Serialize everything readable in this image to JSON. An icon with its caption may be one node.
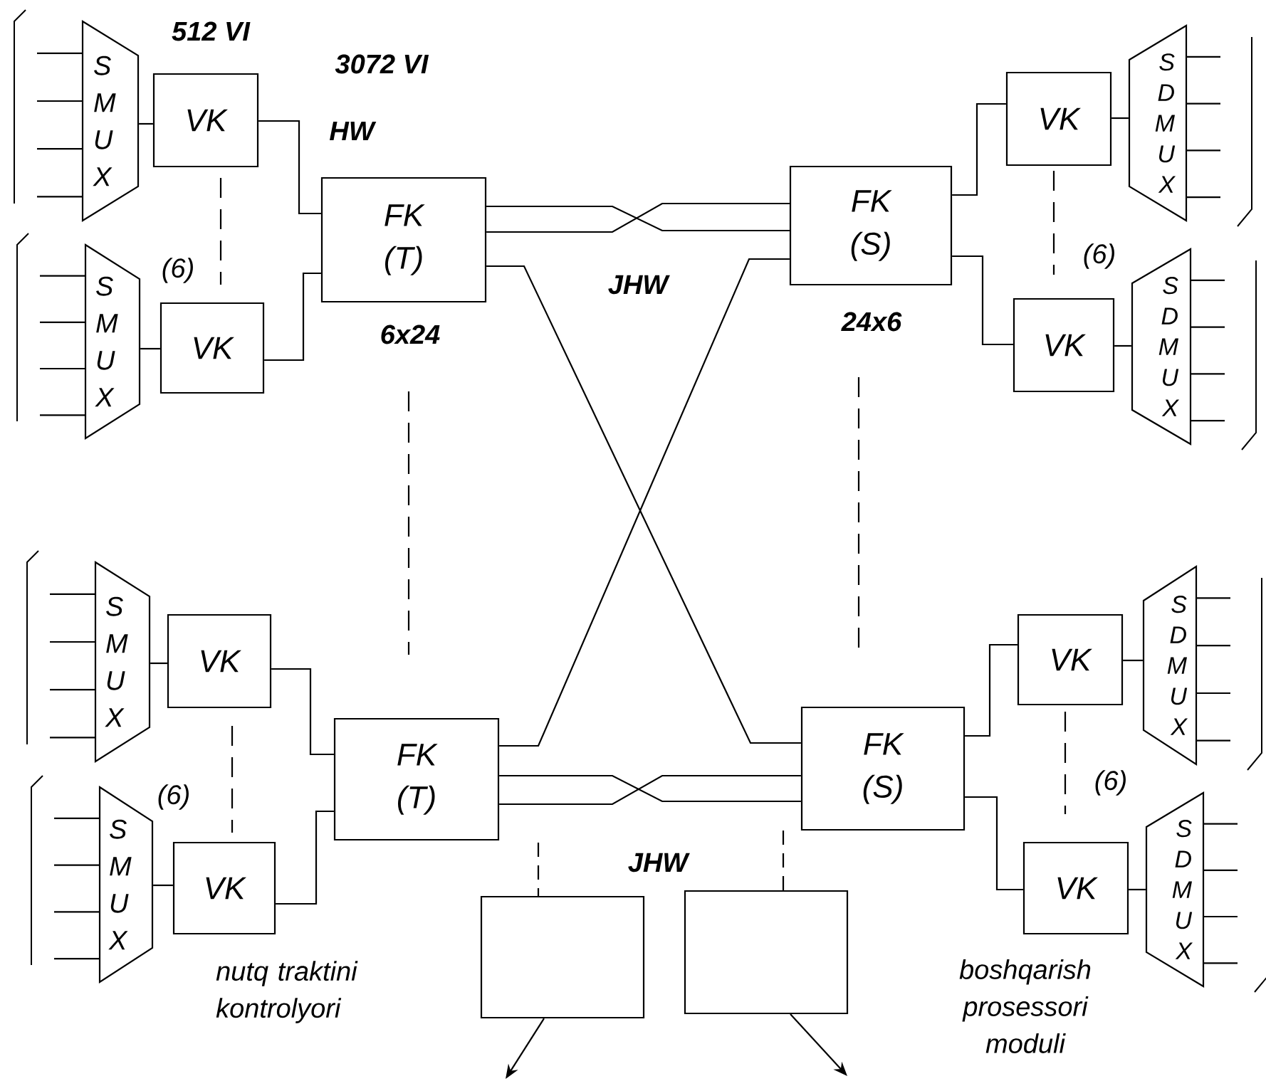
{
  "diagram": {
    "nodes": [
      {
        "text": [
          "S M U X"
        ]
      },
      {
        "text": [
          "VK"
        ]
      },
      {
        "text": [
          "FK (T)"
        ],
        "beside": [
          "6x24"
        ]
      },
      {
        "text": [
          "FK (S)"
        ],
        "beside": [
          "24x6"
        ]
      },
      {
        "text": [
          "VK"
        ]
      },
      {
        "text": [
          "S D M U X"
        ]
      },
      {
        "text": [
          "S M U X"
        ]
      },
      {
        "text": [
          "VK"
        ]
      },
      {
        "text": [
          "VK"
        ]
      },
      {
        "text": [
          "S D M U X"
        ]
      },
      {
        "text": [
          "S M U X"
        ]
      },
      {
        "text": [
          "VK"
        ]
      },
      {
        "text": [
          "FK (T)"
        ]
      },
      {
        "text": [
          "FK (S)"
        ]
      },
      {
        "text": [
          "VK"
        ]
      },
      {
        "text": [
          "S D M U X"
        ]
      },
      {
        "text": [
          "S M U X"
        ]
      },
      {
        "text": [
          "VK"
        ]
      },
      {
        "text": [
          "VK"
        ]
      },
      {
        "text": [
          "S D M U X"
        ]
      },
      {
        "text": [],
        "shape": "box"
      },
      {
        "text": [],
        "shape": "box"
      }
    ],
    "edges": [
      {
        "from": 0,
        "to": 1,
        "arrow": "none"
      },
      {
        "from": 1,
        "to": 2,
        "arrow": "none"
      },
      {
        "from": 6,
        "to": 7,
        "arrow": "none"
      },
      {
        "from": 7,
        "to": 2,
        "arrow": "none"
      },
      {
        "from": 2,
        "to": 3,
        "arrow": "none"
      },
      {
        "from": 2,
        "to": 3,
        "arrow": "none"
      },
      {
        "from": 3,
        "to": 4,
        "arrow": "none"
      },
      {
        "from": 4,
        "to": 5,
        "arrow": "none"
      },
      {
        "from": 3,
        "to": 8,
        "arrow": "none"
      },
      {
        "from": 8,
        "to": 9,
        "arrow": "none"
      },
      {
        "from": 2,
        "to": 13,
        "arrow": "none"
      },
      {
        "from": 3,
        "to": 12,
        "arrow": "none"
      },
      {
        "from": 10,
        "to": 11,
        "arrow": "none"
      },
      {
        "from": 11,
        "to": 12,
        "arrow": "none"
      },
      {
        "from": 16,
        "to": 17,
        "arrow": "none"
      },
      {
        "from": 17,
        "to": 12,
        "arrow": "none"
      },
      {
        "from": 12,
        "to": 13,
        "arrow": "none"
      },
      {
        "from": 12,
        "to": 13,
        "arrow": "none"
      },
      {
        "from": 13,
        "to": 14,
        "arrow": "none"
      },
      {
        "from": 14,
        "to": 15,
        "arrow": "none"
      },
      {
        "from": 13,
        "to": 18,
        "arrow": "none"
      },
      {
        "from": 18,
        "to": 19,
        "arrow": "none"
      },
      {
        "from": null,
        "to": 20,
        "arrow": "none",
        "style": "dashed"
      },
      {
        "from": 13,
        "to": 21,
        "arrow": "none",
        "style": "dashed"
      },
      {
        "from": 20,
        "to": null,
        "arrow": "to"
      },
      {
        "from": 21,
        "to": null,
        "arrow": "to"
      }
    ],
    "labels": [
      "512 VI",
      "3072 VI",
      "HW",
      "(6)",
      "(6)",
      "JHW",
      "(6)",
      "(6)",
      "JHW",
      "nutq traktini kontrolyori",
      "boshqarish prosessori moduli"
    ]
  }
}
